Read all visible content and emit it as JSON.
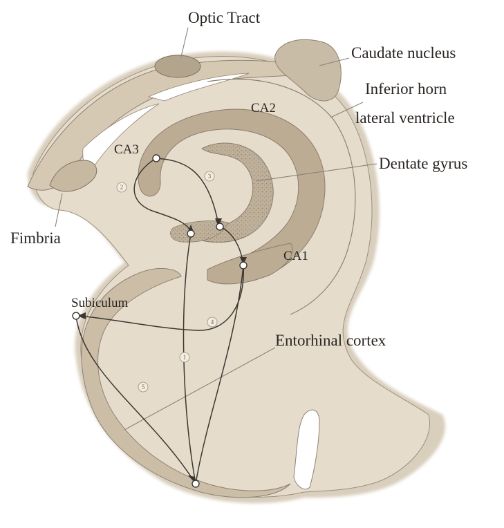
{
  "labels": {
    "optic_tract": "Optic Tract",
    "caudate_nucleus": "Caudate nucleus",
    "inferior_horn_line1": "Inferior horn",
    "inferior_horn_line2": "lateral ventricle",
    "ca2": "CA2",
    "ca3": "CA3",
    "ca1": "CA1",
    "dentate_gyrus": "Dentate gyrus",
    "fimbria": "Fimbria",
    "subiculum": "Subiculum",
    "entorhinal_cortex": "Entorhinal cortex"
  },
  "pathway_numbers": [
    "1",
    "2",
    "3",
    "4",
    "5"
  ],
  "colors": {
    "tissue_light": "#e6dccb",
    "tissue_mid": "#d2c4ac",
    "layer_dark": "#b9a88f",
    "outline": "#7d7062",
    "text": "#2a2522"
  }
}
